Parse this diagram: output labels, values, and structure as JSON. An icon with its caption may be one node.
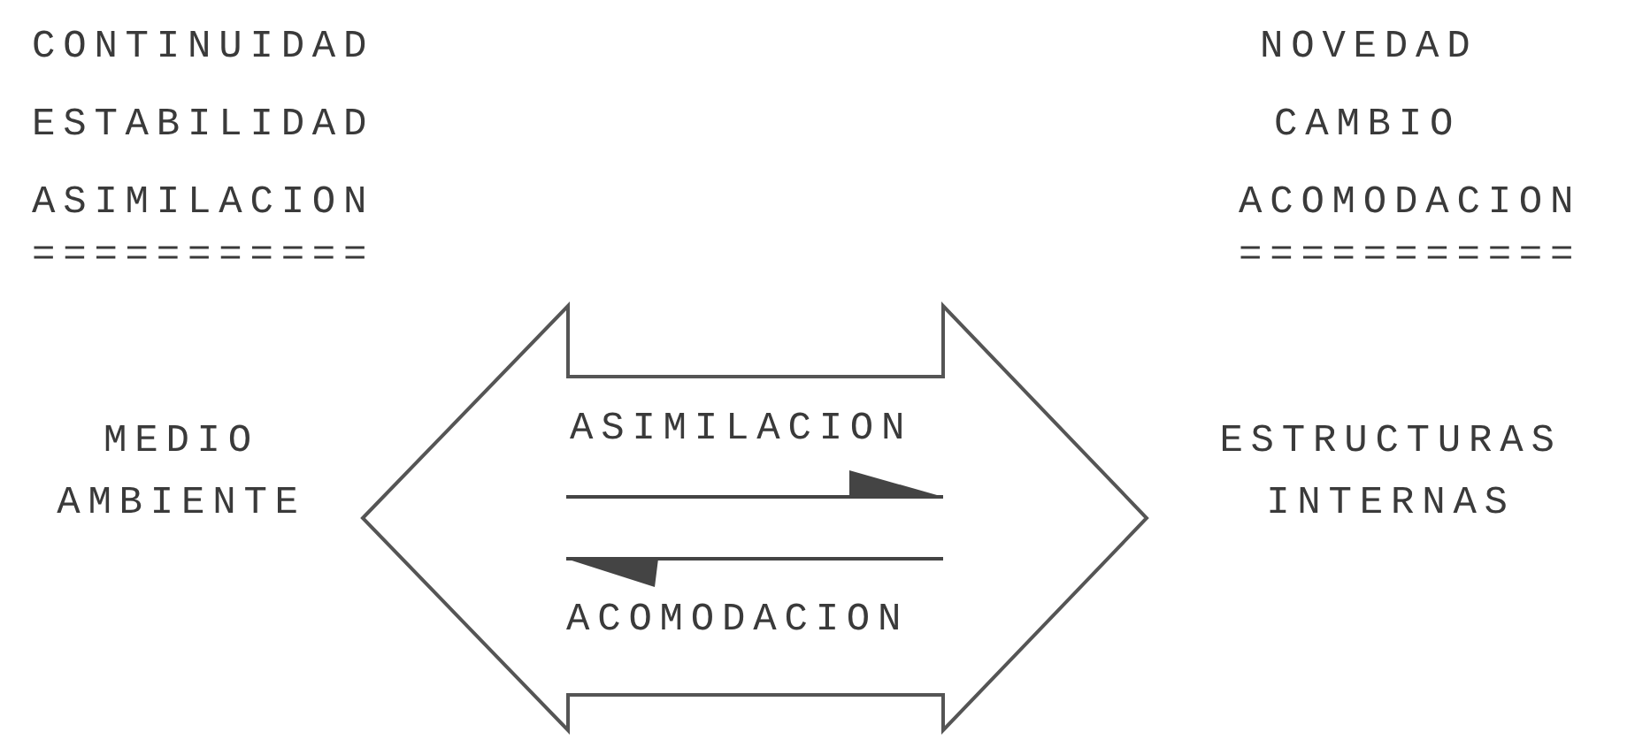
{
  "diagram": {
    "nodes": [
      {
        "text": [
          "MEDIO AMBIENTE"
        ]
      },
      {
        "text": [
          "ESTRUCTURAS INTERNAS"
        ]
      }
    ],
    "edges": [
      {
        "from": 0,
        "to": 1,
        "arrow": "both"
      }
    ],
    "labels": [
      "CONTINUIDAD",
      "NOVEDAD",
      "ESTABILIDAD",
      "CAMBIO",
      "ASIMILACION",
      "ACOMODACION",
      "===========",
      "===========",
      "ASIMILACION",
      "ACOMODACION"
    ]
  }
}
